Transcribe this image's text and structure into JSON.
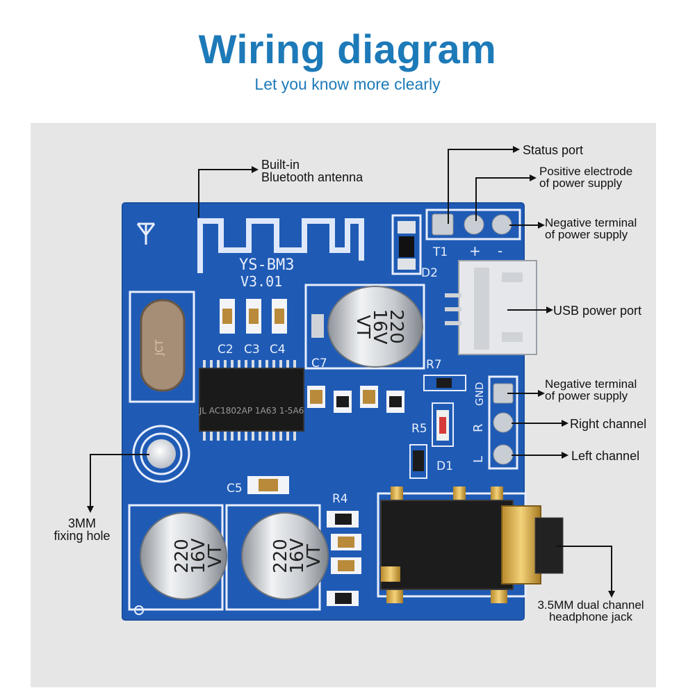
{
  "header": {
    "title": "Wiring diagram",
    "subtitle": "Let you know more clearly"
  },
  "board": {
    "model": "YS-BM3",
    "version": "V3.01",
    "chip_marking": "JL AC1802AP 1A63 1-5A6",
    "crystal_marking": "JCT",
    "pin_labels": [
      "T1",
      "+",
      "-"
    ],
    "audio_pin_labels": [
      "GND",
      "R",
      "L"
    ],
    "silkscreen": [
      "C2",
      "C3",
      "C4",
      "C5",
      "C7",
      "D1",
      "D2",
      "R4",
      "R5",
      "R7"
    ],
    "capacitor_marking": [
      "220",
      "16V",
      "VT"
    ],
    "colors": {
      "pcb": "#1f5bb5",
      "silk": "#e8eefc",
      "accent": "#1d7ab8"
    }
  },
  "callouts": {
    "antenna": [
      "Built-in",
      "Bluetooth antenna"
    ],
    "status_port": "Status port",
    "positive": [
      "Positive electrode",
      "of power supply"
    ],
    "negative_top": [
      "Negative terminal",
      "of power supply"
    ],
    "usb": "USB power port",
    "negative_bottom": [
      "Negative terminal",
      "of power supply"
    ],
    "right": "Right channel",
    "left": "Left channel",
    "fixing_hole": [
      "3MM",
      "fixing hole"
    ],
    "headphone": [
      "3.5MM dual channel",
      "headphone jack"
    ]
  }
}
